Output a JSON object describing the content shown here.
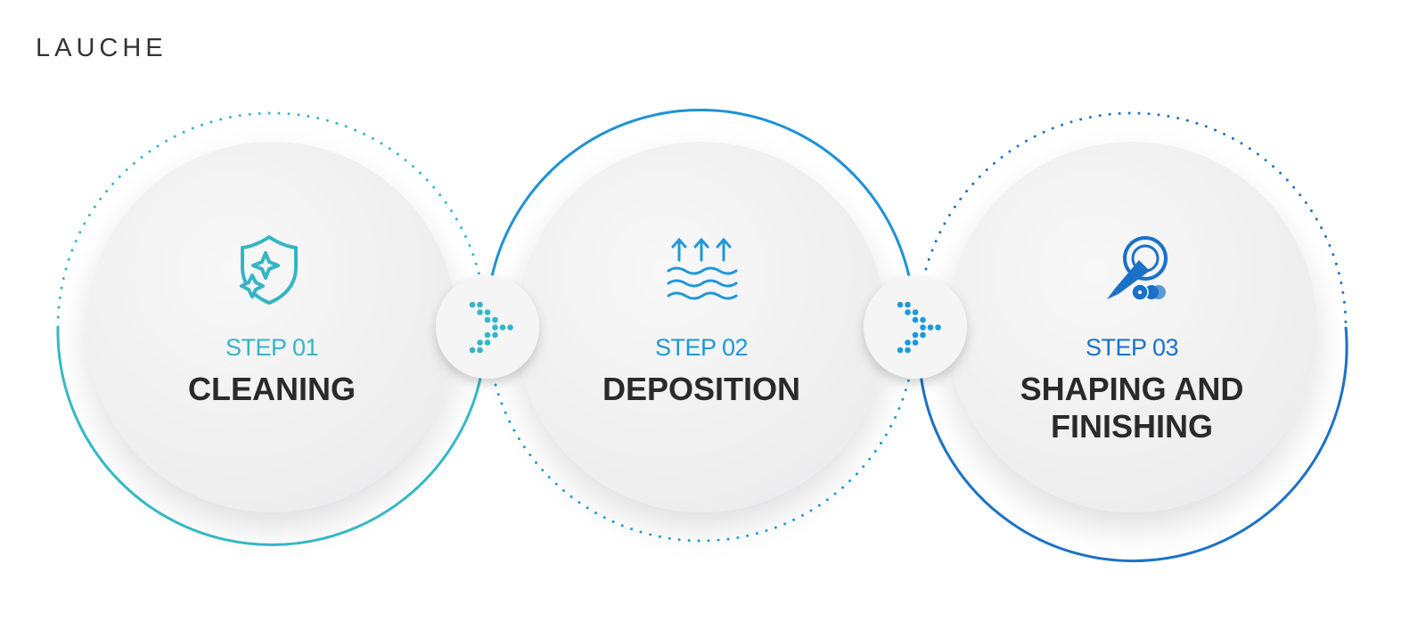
{
  "logo": "LAUCHE",
  "steps": [
    {
      "label": "STEP 01",
      "title": "CLEANING",
      "icon": "shield-sparkle-icon",
      "color": "#35b5c6"
    },
    {
      "label": "STEP 02",
      "title": "DEPOSITION",
      "icon": "waves-up-arrows-icon",
      "color": "#1e98d8"
    },
    {
      "label": "STEP 03",
      "title": "SHAPING AND FINISHING",
      "icon": "polishing-tool-icon",
      "color": "#1a72c8"
    }
  ]
}
